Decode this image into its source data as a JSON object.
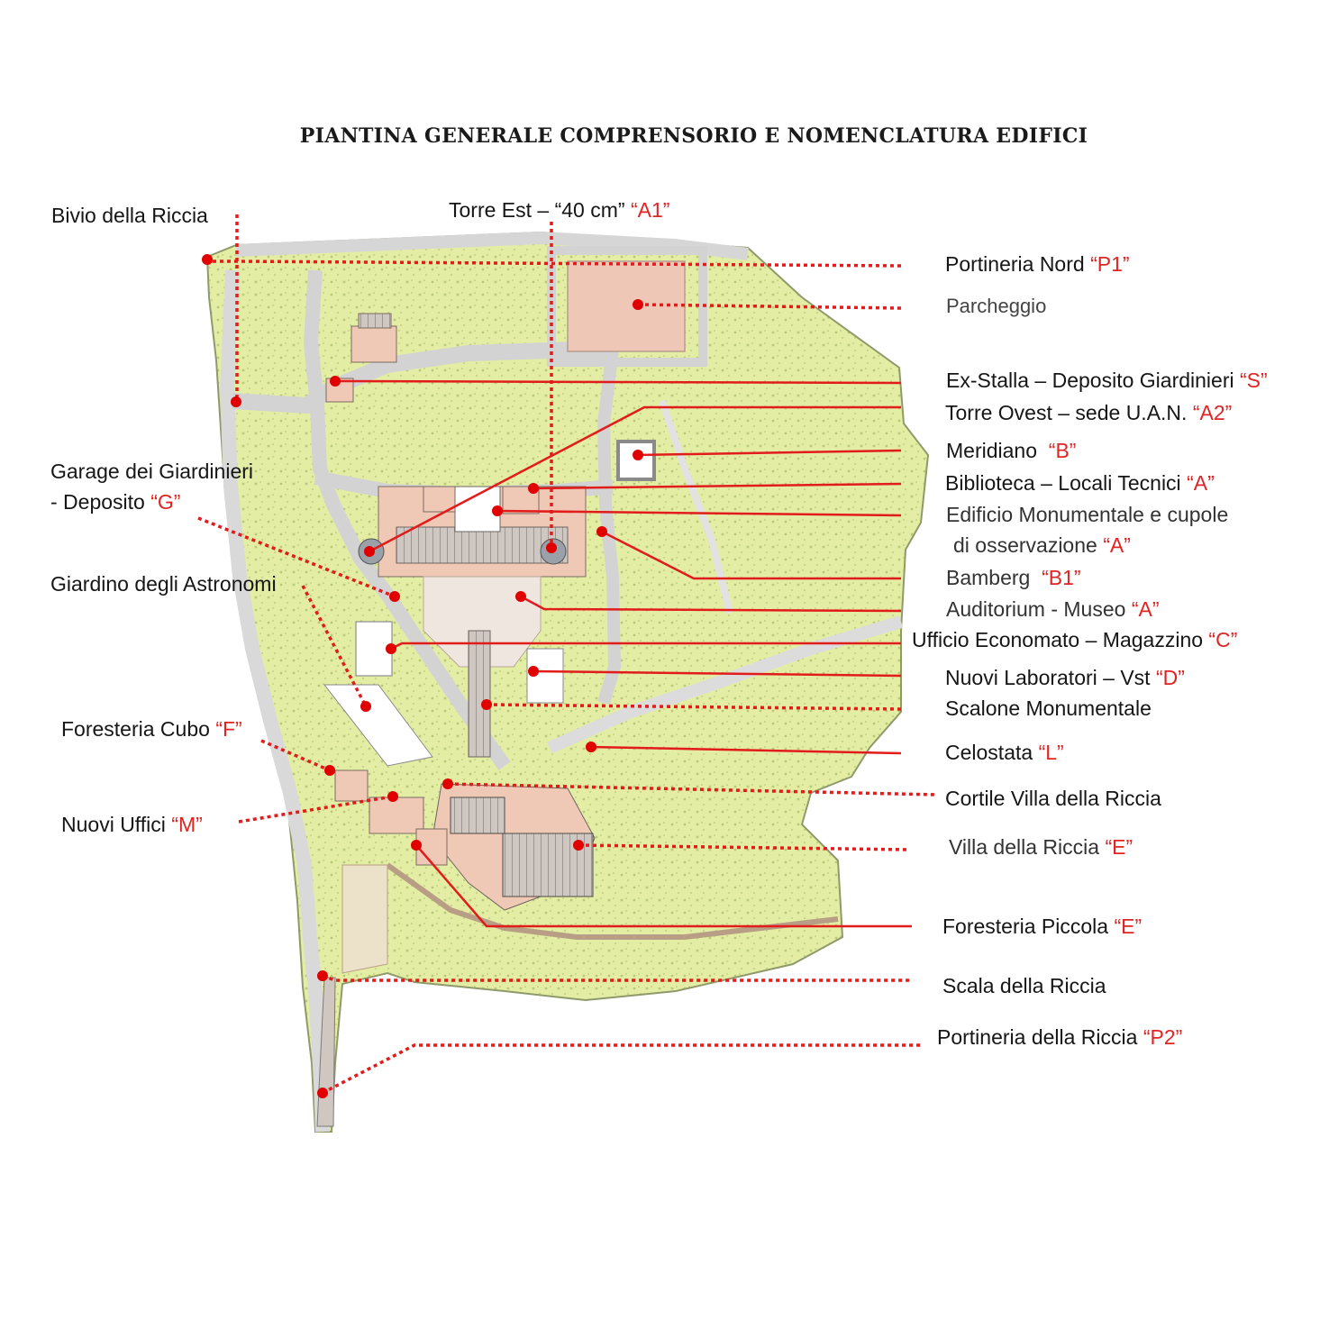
{
  "title": "PIANTINA GENERALE COMPRENSORIO E NOMENCLATURA EDIFICI",
  "colors": {
    "leader": "#e21b1b",
    "dot": "#e00000",
    "grass": "#e3eda4",
    "road": "#d3d3d3",
    "parking": "#efc7b6",
    "building": "#f0c9b6",
    "roof": "#c9c2bd",
    "wall": "#b89e84"
  },
  "labels": [
    {
      "id": "bivio",
      "text": "Bivio della Riccia",
      "code": ""
    },
    {
      "id": "torre-est",
      "text": "Torre Est – “40 cm”",
      "code": "“A1”"
    },
    {
      "id": "portineria-nord",
      "text": "Portineria Nord",
      "code": "“P1”"
    },
    {
      "id": "parcheggio",
      "text": "Parcheggio",
      "code": ""
    },
    {
      "id": "ex-stalla",
      "text": "Ex-Stalla – Deposito Giardinieri",
      "code": "“S”"
    },
    {
      "id": "torre-ovest",
      "text": "Torre Ovest – sede U.A.N.",
      "code": "“A2”"
    },
    {
      "id": "meridiano",
      "text": "Meridiano",
      "code": "“B”"
    },
    {
      "id": "biblioteca",
      "text": "Biblioteca – Locali Tecnici",
      "code": "“A”"
    },
    {
      "id": "edificio-1",
      "text": "Edificio Monumentale e cupole",
      "code": ""
    },
    {
      "id": "edificio-2",
      "text": "di osservazione",
      "code": "“A”"
    },
    {
      "id": "bamberg",
      "text": "Bamberg",
      "code": "“B1”"
    },
    {
      "id": "auditorium",
      "text": "Auditorium - Museo",
      "code": "“A”"
    },
    {
      "id": "economato",
      "text": "Ufficio Economato – Magazzino",
      "code": "“C”"
    },
    {
      "id": "laboratori",
      "text": "Nuovi Laboratori – Vst",
      "code": "“D”"
    },
    {
      "id": "scalone",
      "text": "Scalone Monumentale",
      "code": ""
    },
    {
      "id": "celostata",
      "text": "Celostata",
      "code": "“L”"
    },
    {
      "id": "cortile",
      "text": "Cortile Villa della Riccia",
      "code": ""
    },
    {
      "id": "villa",
      "text": "Villa della Riccia",
      "code": "“E”"
    },
    {
      "id": "foresteria-piccola",
      "text": "Foresteria Piccola",
      "code": "“E”"
    },
    {
      "id": "scala",
      "text": "Scala della Riccia",
      "code": ""
    },
    {
      "id": "portineria-riccia",
      "text": "Portineria della Riccia",
      "code": "“P2”"
    },
    {
      "id": "garage-1",
      "text": "Garage dei Giardinieri",
      "code": ""
    },
    {
      "id": "garage-2",
      "text": "- Deposito",
      "code": "“G”"
    },
    {
      "id": "giardino",
      "text": "Giardino degli Astronomi",
      "code": ""
    },
    {
      "id": "foresteria-cubo",
      "text": "Foresteria Cubo",
      "code": "“F”"
    },
    {
      "id": "nuovi-uffici",
      "text": "Nuovi Uffici",
      "code": "“M”"
    }
  ]
}
